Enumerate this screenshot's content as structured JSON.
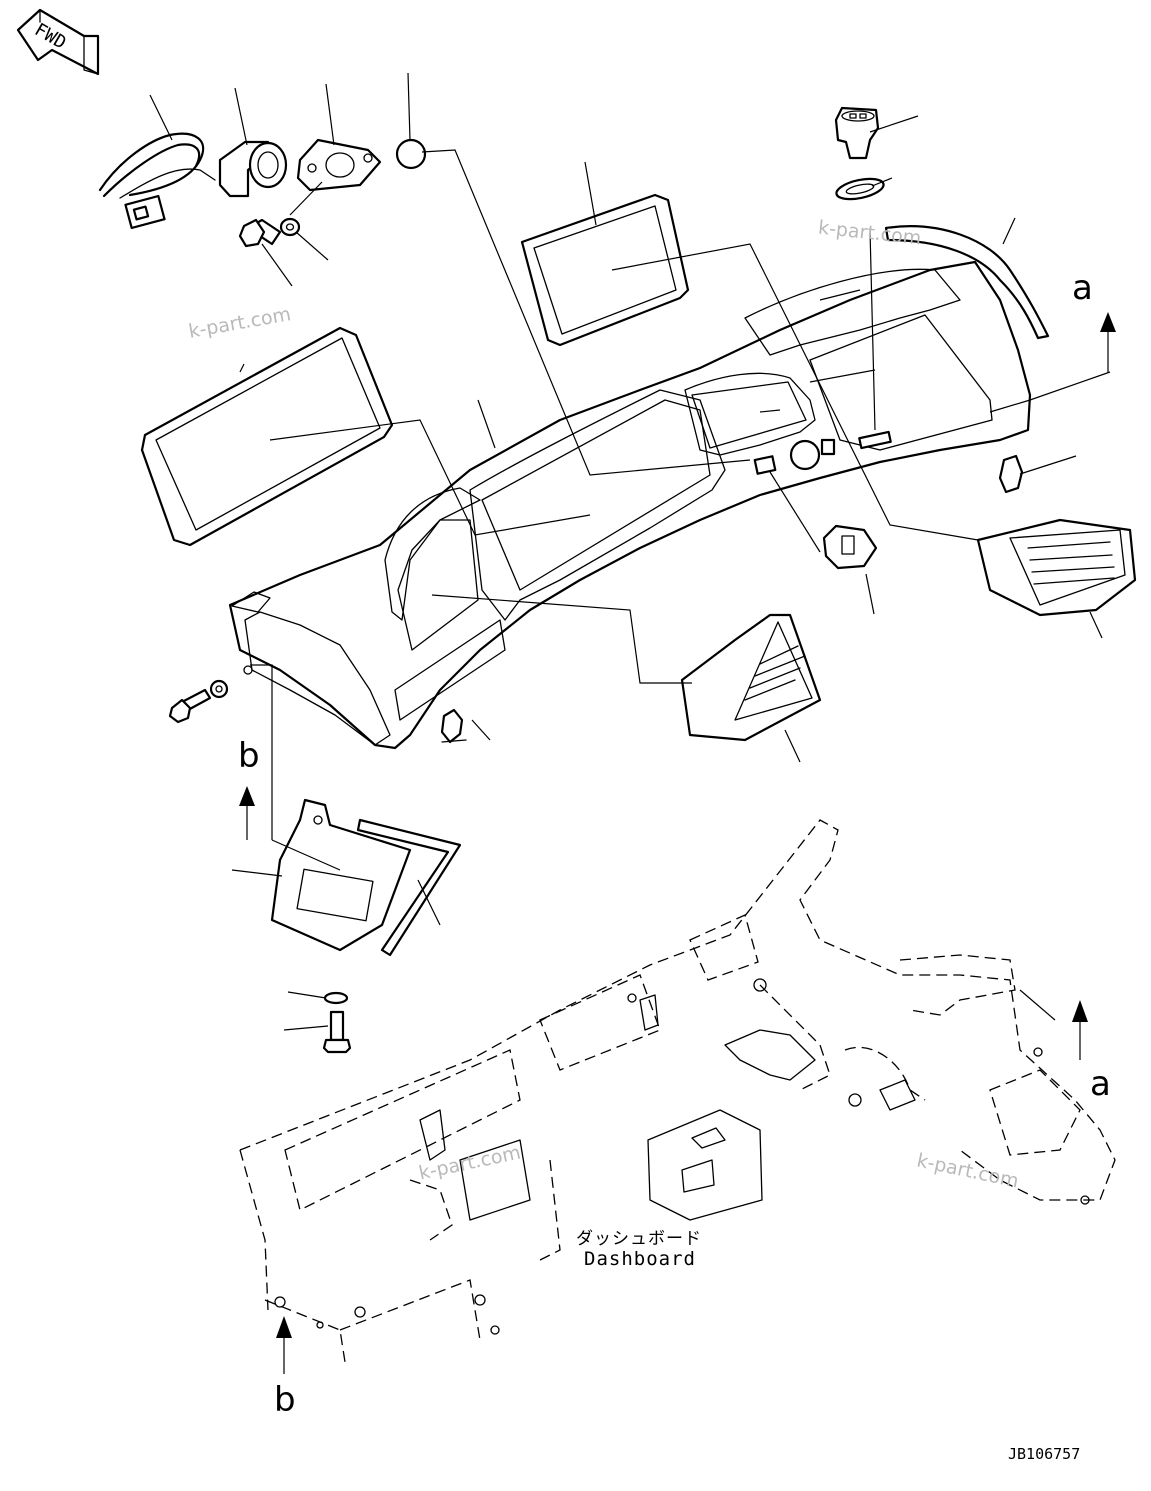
{
  "fwd_arrow": {
    "label": "FWD"
  },
  "view_markers": {
    "a": "a",
    "b": "b"
  },
  "dashboard_caption": {
    "japanese": "ダッシュボード",
    "english": "Dashboard"
  },
  "drawing_id": "JB106757",
  "watermark": "k-part.com"
}
